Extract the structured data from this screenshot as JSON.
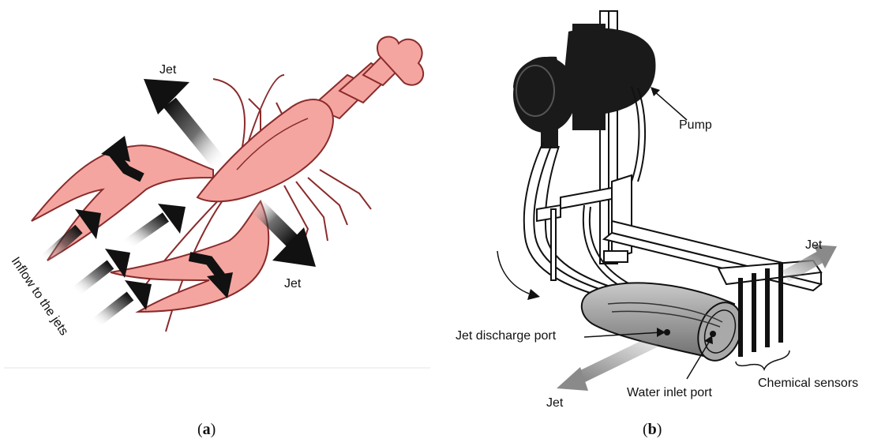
{
  "panel_a": {
    "labels": {
      "jet_top": "Jet",
      "jet_bottom": "Jet",
      "inflow": "Inflow to the jets"
    },
    "caption": {
      "open": "(",
      "letter": "a",
      "close": ")"
    }
  },
  "panel_b": {
    "labels": {
      "pump": "Pump",
      "jet_right": "Jet",
      "jet_left": "Jet",
      "jet_discharge_port": "Jet discharge port",
      "water_inlet_port": "Water inlet port",
      "chemical_sensors": "Chemical sensors"
    },
    "caption": {
      "open": "(",
      "letter": "b",
      "close": ")"
    }
  },
  "colors": {
    "lobster_fill": "#f4a5a0",
    "lobster_stroke": "#8a2b2b",
    "arrow_black": "#111111",
    "arrow_gray": "#8a8a8a",
    "pump_black": "#1a1a1a",
    "cylinder_gray": "#9c9c9c"
  }
}
